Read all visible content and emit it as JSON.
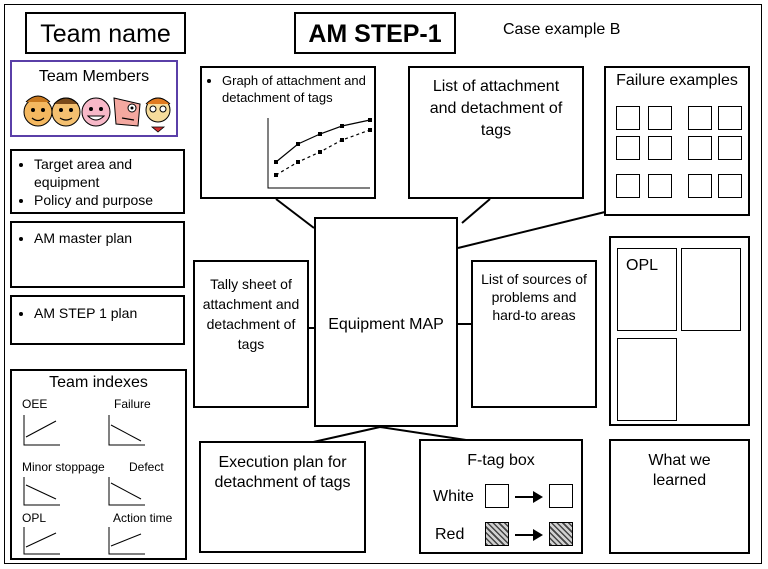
{
  "team_name": "Team name",
  "title": "AM STEP-1",
  "case_label": "Case example B",
  "team_members": "Team Members",
  "target": [
    "Target area and equipment",
    "Policy and purpose"
  ],
  "am_master_plan": "AM master plan",
  "am_step1_plan": "AM STEP 1 plan",
  "team_indexes": {
    "title": "Team indexes",
    "items": [
      "OEE",
      "Failure",
      "Minor stoppage",
      "Defect",
      "OPL",
      "Action time"
    ]
  },
  "graph_box": "Graph of attachment and detachment of tags",
  "list_box": "List of attachment and detachment of tags",
  "failure_examples": "Failure examples",
  "tally_sheet": "Tally sheet of attachment and detachment of tags",
  "equipment_map": "Equipment MAP",
  "sources_list": "List of sources of problems and hard-to areas",
  "opl": "OPL",
  "execution_plan": "Execution plan for detachment of tags",
  "ftag": {
    "title": "F-tag box",
    "white": "White",
    "red": "Red"
  },
  "what_we_learned": "What we learned",
  "colors": {
    "border": "#000000",
    "team_members_border": "#5a3fa8",
    "hatch": "#444444"
  },
  "icons": [
    "face-icon",
    "face-icon",
    "face-icon",
    "face-icon",
    "face-icon",
    "arrow-right-icon"
  ]
}
